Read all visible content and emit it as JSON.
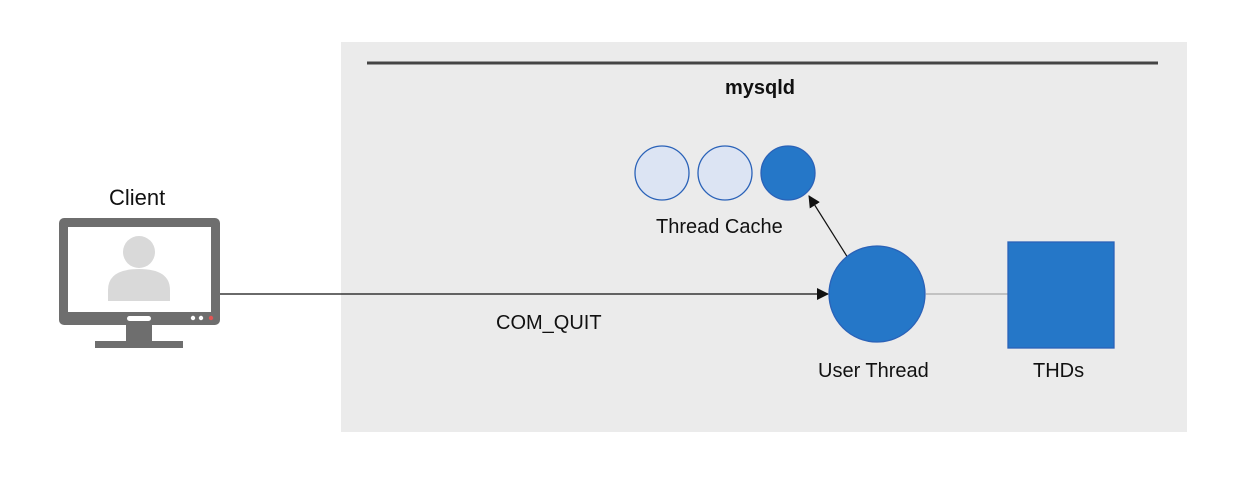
{
  "diagram": {
    "server_label": "mysqld",
    "client_label": "Client",
    "thread_cache_label": "Thread Cache",
    "command_label": "COM_QUIT",
    "user_thread_label": "User Thread",
    "thds_label": "THDs"
  },
  "colors": {
    "server_bg": "#ebebeb",
    "server_rule": "#444444",
    "thread_active": "#2577c8",
    "thread_idle": "#dce4f3",
    "thread_stroke": "#2a62b8",
    "monitor_frame": "#6e6e6e",
    "arrow": "#111111",
    "connector": "#999999"
  },
  "thread_cache": {
    "slots": [
      "idle",
      "idle",
      "active"
    ]
  }
}
